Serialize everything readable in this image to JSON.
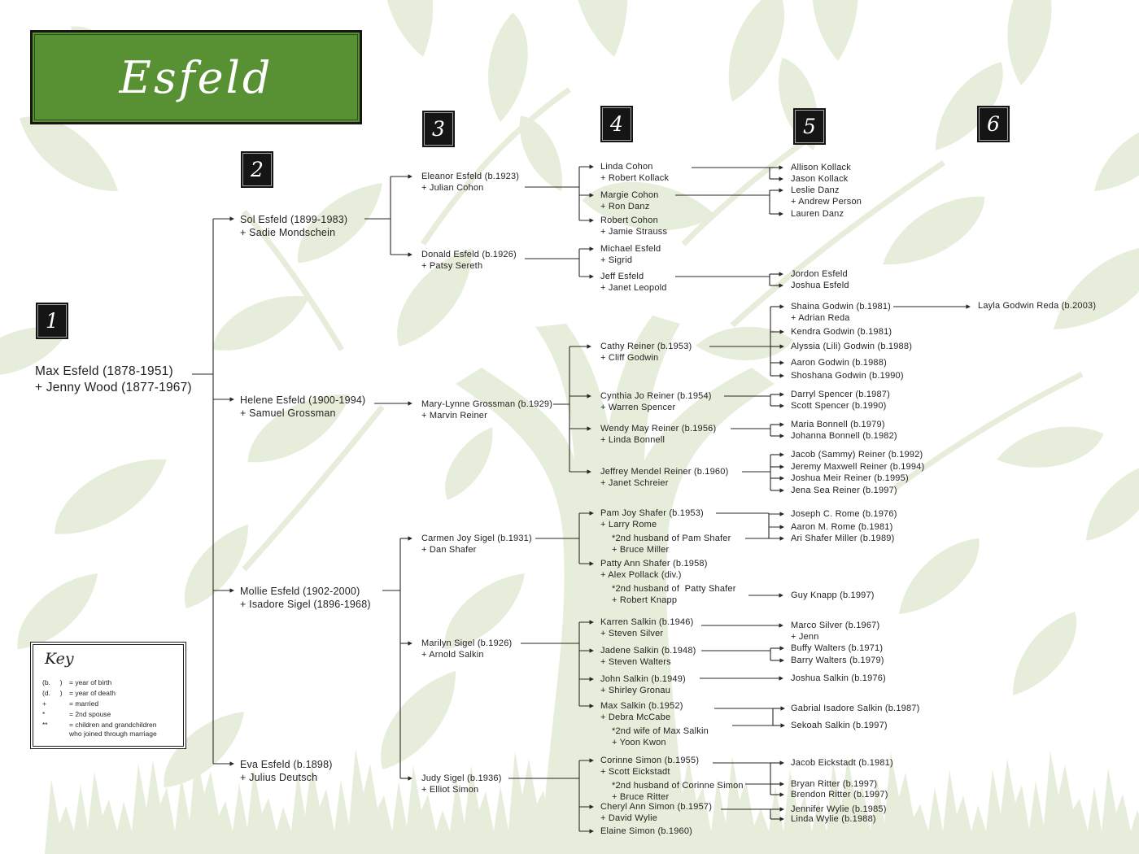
{
  "title": "Esfeld",
  "colors": {
    "title_green": "#579133",
    "foliage": "#e6eedb",
    "ink": "#231f20",
    "badge_black": "#151515"
  },
  "key": {
    "title": "Key",
    "entries": [
      {
        "symbol": "(b.     )",
        "meaning": "= year of birth"
      },
      {
        "symbol": "(d.     )",
        "meaning": "= year of death"
      },
      {
        "symbol": "+",
        "meaning": "= married"
      },
      {
        "symbol": "*",
        "meaning": "= 2nd spouse"
      },
      {
        "symbol": "**",
        "meaning": "= children and grandchildren\nwho joined through marriage"
      }
    ]
  },
  "generations": [
    {
      "number": "1",
      "people": [
        {
          "id": "max",
          "lines": [
            "Max Esfeld (1878-1951)",
            "+ Jenny Wood (1877-1967)"
          ]
        }
      ]
    },
    {
      "number": "2",
      "people": [
        {
          "id": "sol",
          "lines": [
            "Sol Esfeld (1899-1983)",
            "+ Sadie Mondschein"
          ]
        },
        {
          "id": "helene",
          "lines": [
            "Helene Esfeld (1900-1994)",
            "+ Samuel Grossman"
          ]
        },
        {
          "id": "mollie",
          "lines": [
            "Mollie Esfeld (1902-2000)",
            "+ Isadore Sigel (1896-1968)"
          ]
        },
        {
          "id": "eva",
          "lines": [
            "Eva Esfeld (b.1898)",
            "+ Julius Deutsch"
          ]
        }
      ]
    },
    {
      "number": "3",
      "people": [
        {
          "id": "eleanor",
          "lines": [
            "Eleanor Esfeld (b.1923)",
            "+ Julian Cohon"
          ]
        },
        {
          "id": "donald",
          "lines": [
            "Donald Esfeld (b.1926)",
            "+ Patsy Sereth"
          ]
        },
        {
          "id": "marylynne",
          "lines": [
            "Mary-Lynne Grossman (b.1929)",
            "+ Marvin Reiner"
          ]
        },
        {
          "id": "carmen",
          "lines": [
            "Carmen Joy Sigel (b.1931)",
            "+ Dan Shafer"
          ]
        },
        {
          "id": "marilyn",
          "lines": [
            "Marilyn Sigel (b.1926)",
            "+ Arnold Salkin"
          ]
        },
        {
          "id": "judy",
          "lines": [
            "Judy Sigel (b.1936)",
            "+ Elliot Simon"
          ]
        }
      ]
    },
    {
      "number": "4",
      "people": [
        {
          "id": "linda",
          "lines": [
            "Linda Cohon",
            "+ Robert Kollack"
          ]
        },
        {
          "id": "margie",
          "lines": [
            "Margie Cohon",
            "+ Ron Danz"
          ]
        },
        {
          "id": "robertc",
          "lines": [
            "Robert Cohon",
            "+ Jamie Strauss"
          ]
        },
        {
          "id": "michael",
          "lines": [
            "Michael Esfeld",
            "+ Sigrid"
          ]
        },
        {
          "id": "jeff",
          "lines": [
            "Jeff Esfeld",
            "+ Janet Leopold"
          ]
        },
        {
          "id": "cathy",
          "lines": [
            "Cathy Reiner (b.1953)",
            "+ Cliff Godwin"
          ]
        },
        {
          "id": "cynthia",
          "lines": [
            "Cynthia Jo Reiner (b.1954)",
            "+ Warren Spencer"
          ]
        },
        {
          "id": "wendy",
          "lines": [
            "Wendy May Reiner (b.1956)",
            "+ Linda Bonnell"
          ]
        },
        {
          "id": "jeffrey",
          "lines": [
            "Jeffrey Mendel Reiner (b.1960)",
            "+ Janet Schreier"
          ]
        },
        {
          "id": "pam",
          "lines": [
            "Pam Joy Shafer (b.1953)",
            "+ Larry Rome"
          ],
          "notes": [
            "*2nd husband of Pam Shafer",
            "+ Bruce Miller"
          ]
        },
        {
          "id": "patty",
          "lines": [
            "Patty Ann Shafer (b.1958)",
            "+ Alex Pollack (div.)"
          ],
          "notes": [
            "*2nd husband of  Patty Shafer",
            "+ Robert Knapp"
          ]
        },
        {
          "id": "karren",
          "lines": [
            "Karren Salkin (b.1946)",
            "+ Steven Silver"
          ]
        },
        {
          "id": "jadene",
          "lines": [
            "Jadene Salkin (b.1948)",
            "+ Steven Walters"
          ]
        },
        {
          "id": "john",
          "lines": [
            "John Salkin (b.1949)",
            "+ Shirley Gronau"
          ]
        },
        {
          "id": "maxs",
          "lines": [
            "Max Salkin (b.1952)",
            "+ Debra McCabe"
          ],
          "notes": [
            "*2nd wife of Max Salkin",
            "+ Yoon Kwon"
          ]
        },
        {
          "id": "corinne",
          "lines": [
            "Corinne Simon (b.1955)",
            "+ Scott Eickstadt"
          ],
          "notes": [
            "*2nd husband of Corinne Simon",
            "+ Bruce Ritter"
          ]
        },
        {
          "id": "cheryl",
          "lines": [
            "Cheryl Ann Simon (b.1957)",
            "+ David Wylie"
          ]
        },
        {
          "id": "elaine",
          "lines": [
            "Elaine Simon (b.1960)"
          ]
        }
      ]
    },
    {
      "number": "5",
      "people": [
        {
          "id": "allison",
          "lines": [
            "Allison Kollack"
          ]
        },
        {
          "id": "jasonk",
          "lines": [
            "Jason Kollack"
          ]
        },
        {
          "id": "leslie",
          "lines": [
            "Leslie Danz",
            "+ Andrew Person"
          ]
        },
        {
          "id": "lauren",
          "lines": [
            "Lauren Danz"
          ]
        },
        {
          "id": "jordon",
          "lines": [
            "Jordon Esfeld"
          ]
        },
        {
          "id": "joshuae",
          "lines": [
            "Joshua Esfeld"
          ]
        },
        {
          "id": "shaina",
          "lines": [
            "Shaina Godwin (b.1981)",
            "+ Adrian Reda"
          ]
        },
        {
          "id": "kendra",
          "lines": [
            "Kendra Godwin (b.1981)"
          ]
        },
        {
          "id": "alyssia",
          "lines": [
            "Alyssia (Lili) Godwin (b.1988)"
          ]
        },
        {
          "id": "aarong",
          "lines": [
            "Aaron Godwin (b.1988)"
          ]
        },
        {
          "id": "shoshana",
          "lines": [
            "Shoshana Godwin (b.1990)"
          ]
        },
        {
          "id": "darryl",
          "lines": [
            "Darryl Spencer (b.1987)"
          ]
        },
        {
          "id": "scotts",
          "lines": [
            "Scott Spencer (b.1990)"
          ]
        },
        {
          "id": "maria",
          "lines": [
            "Maria Bonnell (b.1979)"
          ]
        },
        {
          "id": "johanna",
          "lines": [
            "Johanna Bonnell (b.1982)"
          ]
        },
        {
          "id": "jacobr",
          "lines": [
            "Jacob (Sammy) Reiner (b.1992)"
          ]
        },
        {
          "id": "jeremy",
          "lines": [
            "Jeremy Maxwell Reiner (b.1994)"
          ]
        },
        {
          "id": "joshuam",
          "lines": [
            "Joshua Meir Reiner (b.1995)"
          ]
        },
        {
          "id": "jena",
          "lines": [
            "Jena Sea Reiner (b.1997)"
          ]
        },
        {
          "id": "joseph",
          "lines": [
            "Joseph C. Rome (b.1976)"
          ]
        },
        {
          "id": "aaronr",
          "lines": [
            "Aaron M. Rome (b.1981)"
          ]
        },
        {
          "id": "ari",
          "lines": [
            "Ari Shafer Miller (b.1989)"
          ]
        },
        {
          "id": "guy",
          "lines": [
            "Guy Knapp (b.1997)"
          ]
        },
        {
          "id": "marco",
          "lines": [
            "Marco Silver (b.1967)",
            "+ Jenn"
          ]
        },
        {
          "id": "buffy",
          "lines": [
            "Buffy Walters (b.1971)"
          ]
        },
        {
          "id": "barry",
          "lines": [
            "Barry Walters (b.1979)"
          ]
        },
        {
          "id": "joshuas",
          "lines": [
            "Joshua Salkin (b.1976)"
          ]
        },
        {
          "id": "gabrial",
          "lines": [
            "Gabrial Isadore Salkin (b.1987)"
          ]
        },
        {
          "id": "sekoah",
          "lines": [
            "Sekoah Salkin (b.1997)"
          ]
        },
        {
          "id": "jacobe",
          "lines": [
            "Jacob Eickstadt (b.1981)"
          ]
        },
        {
          "id": "bryan",
          "lines": [
            "Bryan Ritter (b.1997)"
          ]
        },
        {
          "id": "brendon",
          "lines": [
            "Brendon Ritter (b.1997)"
          ]
        },
        {
          "id": "jennifer",
          "lines": [
            "Jennifer Wylie (b.1985)"
          ]
        },
        {
          "id": "lindaw",
          "lines": [
            "Linda Wylie (b.1988)"
          ]
        }
      ]
    },
    {
      "number": "6",
      "people": [
        {
          "id": "layla",
          "lines": [
            "Layla Godwin Reda (b.2003)"
          ]
        }
      ]
    }
  ]
}
